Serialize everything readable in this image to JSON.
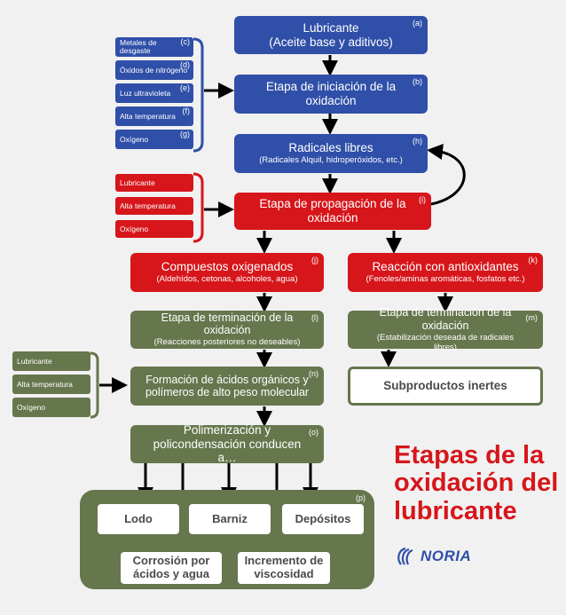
{
  "nodes": {
    "a": {
      "title": "Lubricante",
      "subtitle": "(Aceite base y aditivos)",
      "tag": "(a)"
    },
    "b": {
      "title": "Etapa de iniciación de la oxidación",
      "tag": "(b)"
    },
    "h": {
      "title": "Radicales libres",
      "subtitle": "(Radicales Alquil, hidroperóxidos, etc.)",
      "tag": "(h)"
    },
    "i": {
      "title": "Etapa de propagación de la oxidación",
      "tag": "(i)"
    },
    "j": {
      "title": "Compuestos oxigenados",
      "subtitle": "(Aldehídos, cetonas, alcoholes, agua)",
      "tag": "(j)"
    },
    "k": {
      "title": "Reacción con antioxidantes",
      "subtitle": "(Fenoles/aminas aromáticas, fosfatos etc.)",
      "tag": "(k)"
    },
    "l": {
      "title": "Etapa de terminación de la oxidación",
      "subtitle": "(Reacciones posteriores no deseables)",
      "tag": "(l)"
    },
    "m": {
      "title": "Etapa de terminación de la oxidación",
      "subtitle": "(Estabilización deseada de radicales libres)",
      "tag": "(m)"
    },
    "inertes": {
      "title": "Subproductos inertes"
    },
    "n": {
      "title": "Formación de ácidos orgánicos y polímeros de alto peso molecular",
      "tag": "(n)"
    },
    "o": {
      "title": "Polimerización y policondensación conducen a…",
      "tag": "(o)"
    },
    "p": {
      "tag": "(p)"
    }
  },
  "initiation_inputs": [
    {
      "label": "Metales de desgaste",
      "tag": "(c)"
    },
    {
      "label": "Óxidos de nitrógeno",
      "tag": "(d)"
    },
    {
      "label": "Luz ultravioleta",
      "tag": "(e)"
    },
    {
      "label": "Alta temperatura",
      "tag": "(f)"
    },
    {
      "label": "Oxígeno",
      "tag": "(g)"
    }
  ],
  "propagation_inputs": [
    {
      "label": "Lubricante"
    },
    {
      "label": "Alta temperatura"
    },
    {
      "label": "Oxígeno"
    }
  ],
  "formation_inputs": [
    {
      "label": "Lubricante"
    },
    {
      "label": "Alta temperatura"
    },
    {
      "label": "Oxígeno"
    }
  ],
  "outcomes": {
    "lodo": "Lodo",
    "barniz": "Barniz",
    "depositos": "Depósitos",
    "corrosion": "Corrosión por ácidos y agua",
    "viscosidad": "Incremento de viscosidad"
  },
  "title": {
    "line1": "Etapas de la",
    "line2": "oxidación del",
    "line3": "lubricante"
  },
  "logo": {
    "text": "NORIA"
  },
  "colors": {
    "blue": "#2f4fa8",
    "red": "#d6161b",
    "green": "#66764d"
  }
}
